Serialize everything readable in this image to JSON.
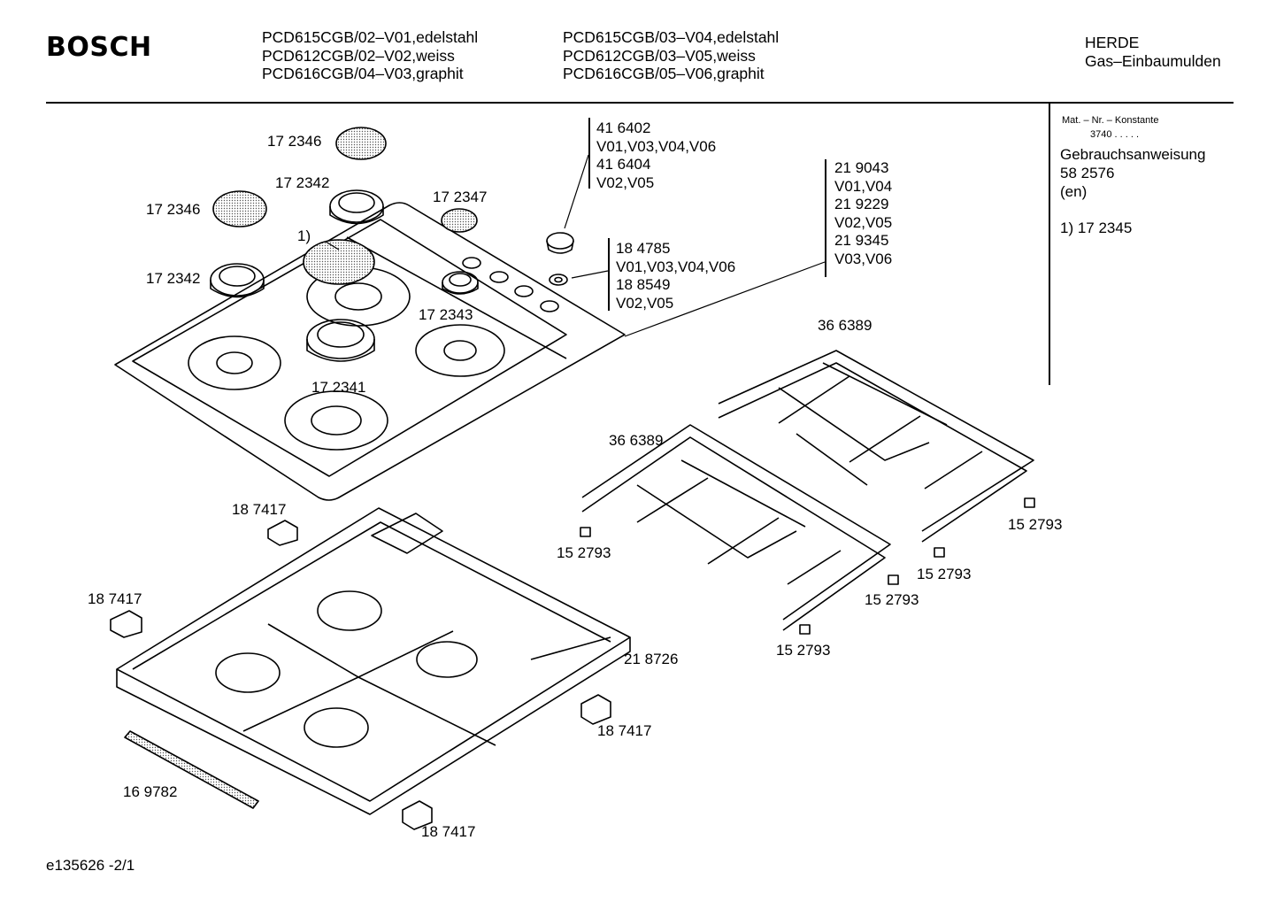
{
  "header": {
    "brand": "BOSCH",
    "models_col1": [
      "PCD615CGB/02–V01,edelstahl",
      "PCD612CGB/02–V02,weiss",
      "PCD616CGB/04–V03,graphit"
    ],
    "models_col2": [
      "PCD615CGB/03–V04,edelstahl",
      "PCD612CGB/03–V05,weiss",
      "PCD616CGB/05–V06,graphit"
    ],
    "category": [
      "HERDE",
      "Gas–Einbaumulden"
    ]
  },
  "sidebar": {
    "mat_label": "Mat. – Nr. – Konstante",
    "mat_value": "3740  .  .  .  .  .",
    "manual_label": "Gebrauchsanweisung",
    "manual_number": "58 2576",
    "manual_lang": "(en)",
    "footnote": "1)  17 2345"
  },
  "callout_blocks": {
    "knob": [
      "41 6402",
      "V01,V03,V04,V06",
      "41 6404",
      "V02,V05"
    ],
    "spark": [
      "18 4785",
      "V01,V03,V04,V06",
      "18 8549",
      "V02,V05"
    ],
    "hob": [
      "21 9043",
      "V01,V04",
      "21 9229",
      "V02,V05",
      "21 9345",
      "V03,V06"
    ]
  },
  "part_labels": {
    "cap_top": "17 2346",
    "cap_left": "17 2346",
    "burner_top": "17 2342",
    "burner_left": "17 2342",
    "cap_small": "17 2347",
    "footnote_ref": "1)",
    "burner_small": "17 2343",
    "burner_large": "17 2341",
    "grid_top": "36 6389",
    "grid_mid": "36 6389",
    "bracket_a": "18 7417",
    "bracket_b": "18 7417",
    "bracket_c": "18 7417",
    "bracket_d": "18 7417",
    "foot_a": "15 2793",
    "foot_b": "15 2793",
    "foot_c": "15 2793",
    "foot_d": "15 2793",
    "foot_e": "15 2793",
    "housing": "21 8726",
    "seal": "16 9782"
  },
  "footer": {
    "drawing_id": "e135626  -2/1"
  }
}
